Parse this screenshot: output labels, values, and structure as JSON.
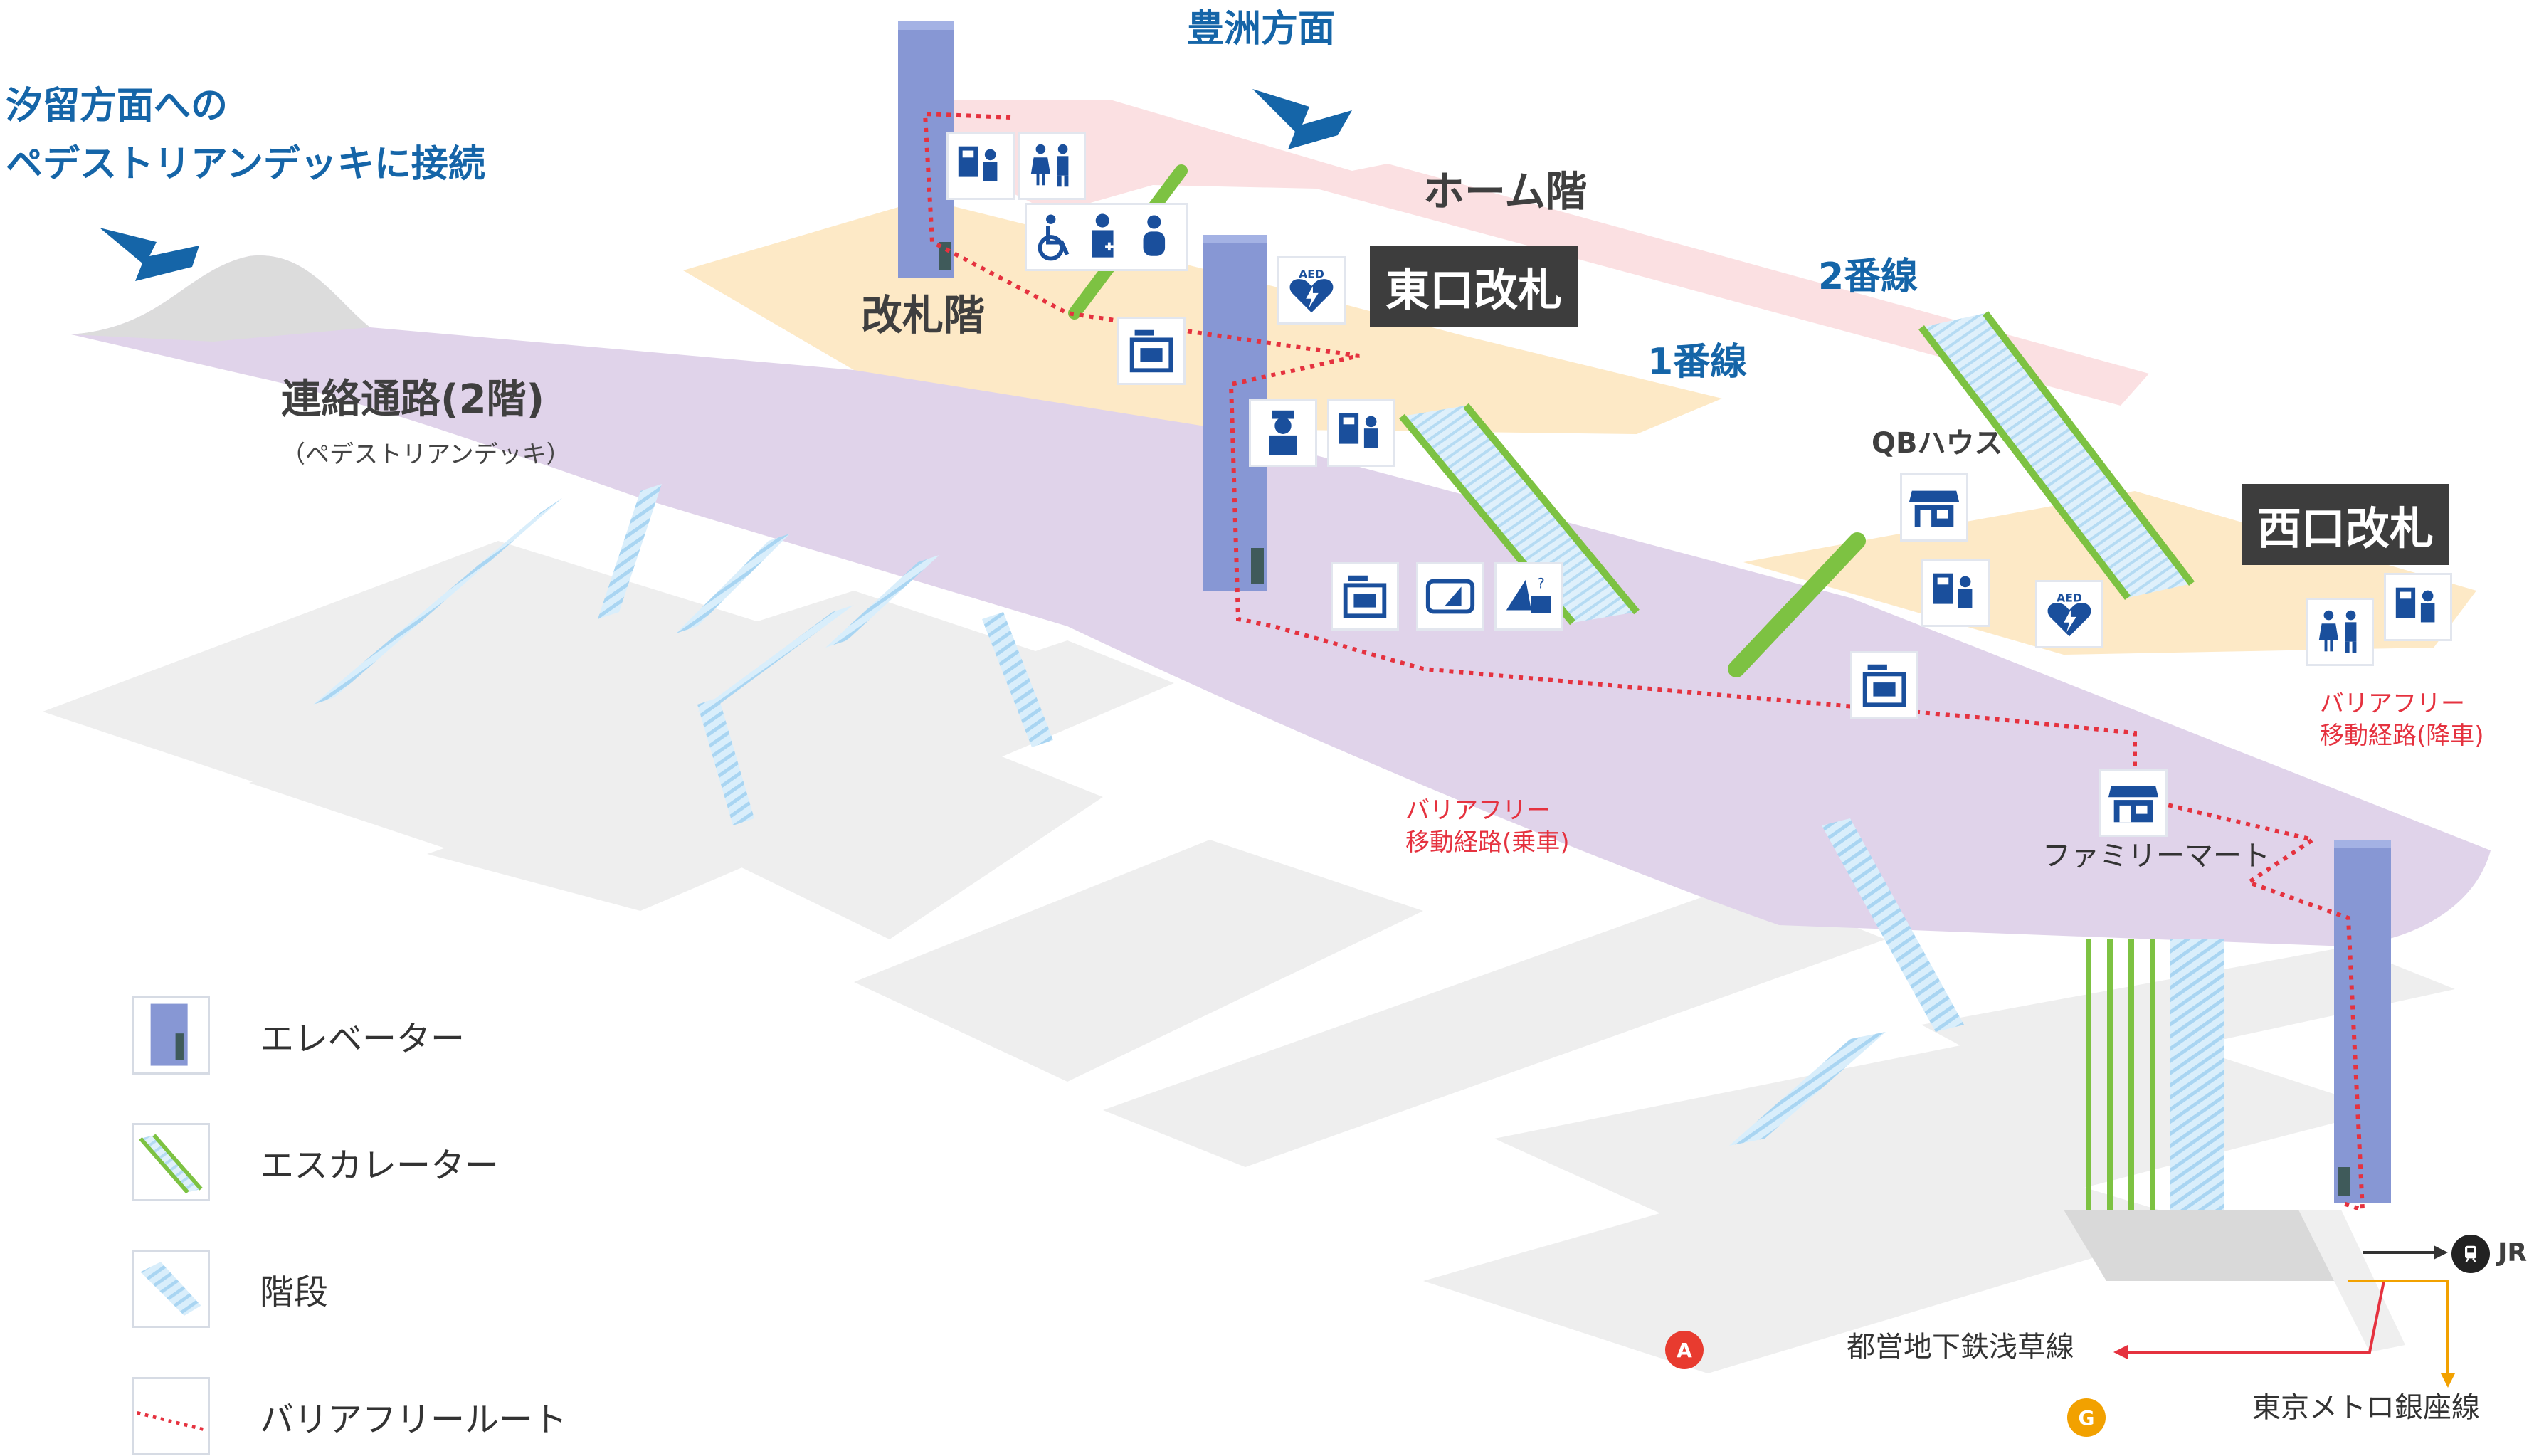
{
  "labels": {
    "toyosu": "豊洲方面",
    "shiodome_line1": "汐留方面への",
    "shiodome_line2": "ペデストリアンデッキに接続",
    "home_floor": "ホーム階",
    "gate_floor": "改札階",
    "line2": "2番線",
    "line1": "1番線",
    "corridor": "連絡通路(2階)",
    "corridor_sub": "（ペデストリアンデッキ）",
    "qb_house": "QBハウス",
    "family_mart": "ファミリーマート",
    "barrier_free_board_1": "バリアフリー",
    "barrier_free_board_2": "移動経路(乗車)",
    "barrier_free_alight_1": "バリアフリー",
    "barrier_free_alight_2": "移動経路(降車)"
  },
  "gates": {
    "east": "東口改札",
    "west": "西口改札"
  },
  "transfers": {
    "jr": "JR",
    "asakusa": "都営地下鉄浅草線",
    "asakusa_badge": "A",
    "ginza": "東京メトロ銀座線",
    "ginza_badge": "G"
  },
  "legend": {
    "elevator": "エレベーター",
    "escalator": "エスカレーター",
    "stairs": "階段",
    "barrier_free_route": "バリアフリールート"
  },
  "icons": {
    "aed_text": "AED"
  },
  "colors": {
    "home_floor": "#fbe0e2",
    "gate_floor": "#fde9c6",
    "corridor": "#e0d3ea",
    "elevator": "#8797d4",
    "escalator": "#7dc242",
    "stairs": "#c6e4f7",
    "route": "#e5323f",
    "icon_blue": "#1a4f9c",
    "asakusa": "#e83b2f",
    "ginza": "#f2a100"
  }
}
